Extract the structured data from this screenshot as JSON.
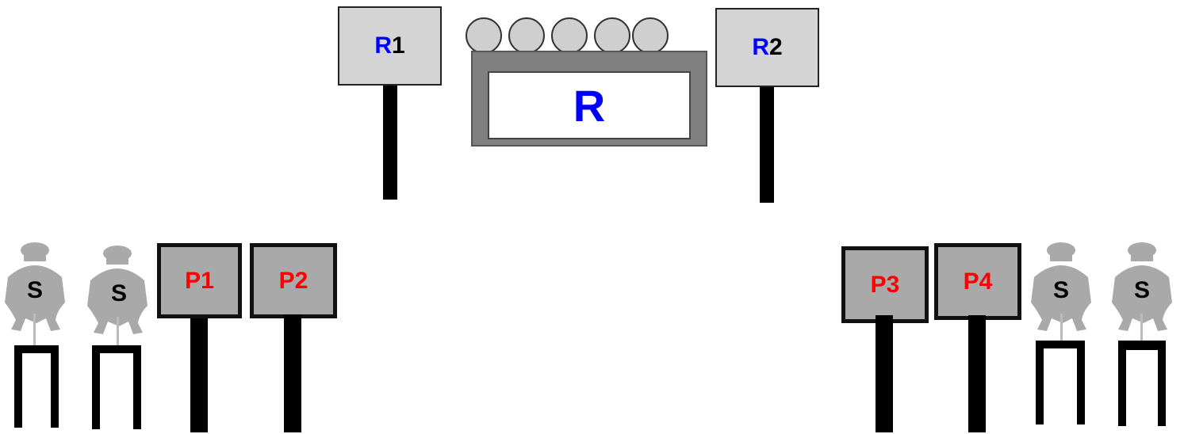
{
  "referees": [
    {
      "letter": "R",
      "num": "1"
    },
    {
      "letter": "R",
      "num": "2"
    }
  ],
  "table": {
    "label": "R"
  },
  "seats_count": 5,
  "players": [
    "P1",
    "P2",
    "P3",
    "P4"
  ],
  "spectators": [
    "S",
    "S",
    "S",
    "S"
  ],
  "colors": {
    "referee_letter": "#0000ff",
    "player_label": "#ff0000",
    "sign_referee": "#d4d4d4",
    "sign_player": "#a9a9a9",
    "spectator": "#a9a9a9",
    "table_frame": "#808080"
  }
}
